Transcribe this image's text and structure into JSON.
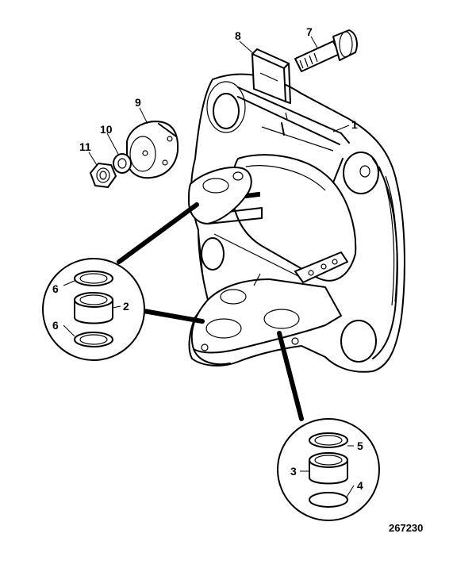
{
  "drawing": {
    "reference_number": "267230",
    "callouts": {
      "c1": "1",
      "c2": "2",
      "c3": "3",
      "c4": "4",
      "c5": "5",
      "c6a": "6",
      "c6b": "6",
      "c7": "7",
      "c8": "8",
      "c9": "9",
      "c10": "10",
      "c11": "11"
    }
  },
  "colors": {
    "ink": "#000000",
    "paper": "#ffffff"
  }
}
